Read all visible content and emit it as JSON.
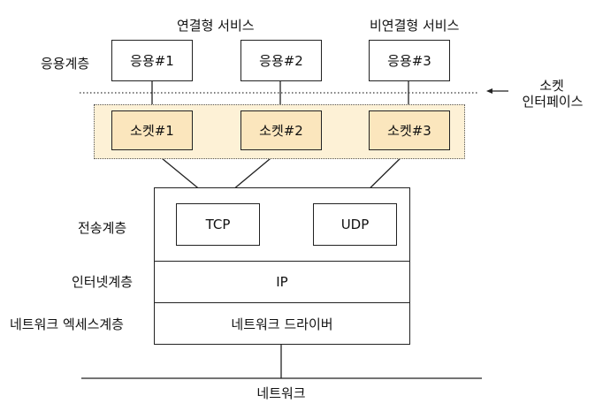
{
  "service_labels": {
    "connection_oriented": "연결형 서비스",
    "connectionless": "비연결형 서비스"
  },
  "app_layer_label": "응용계층",
  "apps": [
    "응용#1",
    "응용#2",
    "응용#3"
  ],
  "socket_interface_label": {
    "line1": "소켓",
    "line2": "인터페이스"
  },
  "sockets": [
    "소켓#1",
    "소켓#2",
    "소켓#3"
  ],
  "transport_layer_label": "전송계층",
  "protocols": {
    "tcp": "TCP",
    "udp": "UDP"
  },
  "internet_layer_label": "인터넷계층",
  "ip_label": "IP",
  "network_access_layer_label": "네트워크 엑세스계층",
  "driver_label": "네트워크 드라이버",
  "network_label": "네트워크"
}
